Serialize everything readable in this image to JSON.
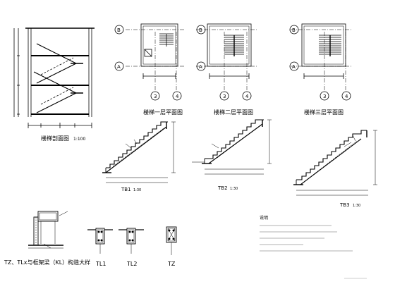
{
  "views": {
    "section_title": "楼梯剖面图",
    "section_scale": "1:100",
    "plan1_title": "楼梯一层平面图",
    "plan2_title": "楼梯二层平面图",
    "plan3_title": "楼梯三层平面图"
  },
  "axes": {
    "row_a": "A",
    "row_b": "B",
    "col_3": "3",
    "col_4": "4"
  },
  "flights": [
    {
      "name": "TB1",
      "scale": "1:30"
    },
    {
      "name": "TB2",
      "scale": "1:30"
    },
    {
      "name": "TB3",
      "scale": "1:30"
    }
  ],
  "details": {
    "title": "TZ、TLx与框架梁（KL）构造大样",
    "tl1": "TL1",
    "tl2": "TL2",
    "tz": "TZ"
  },
  "notes": {
    "heading": "说明"
  }
}
